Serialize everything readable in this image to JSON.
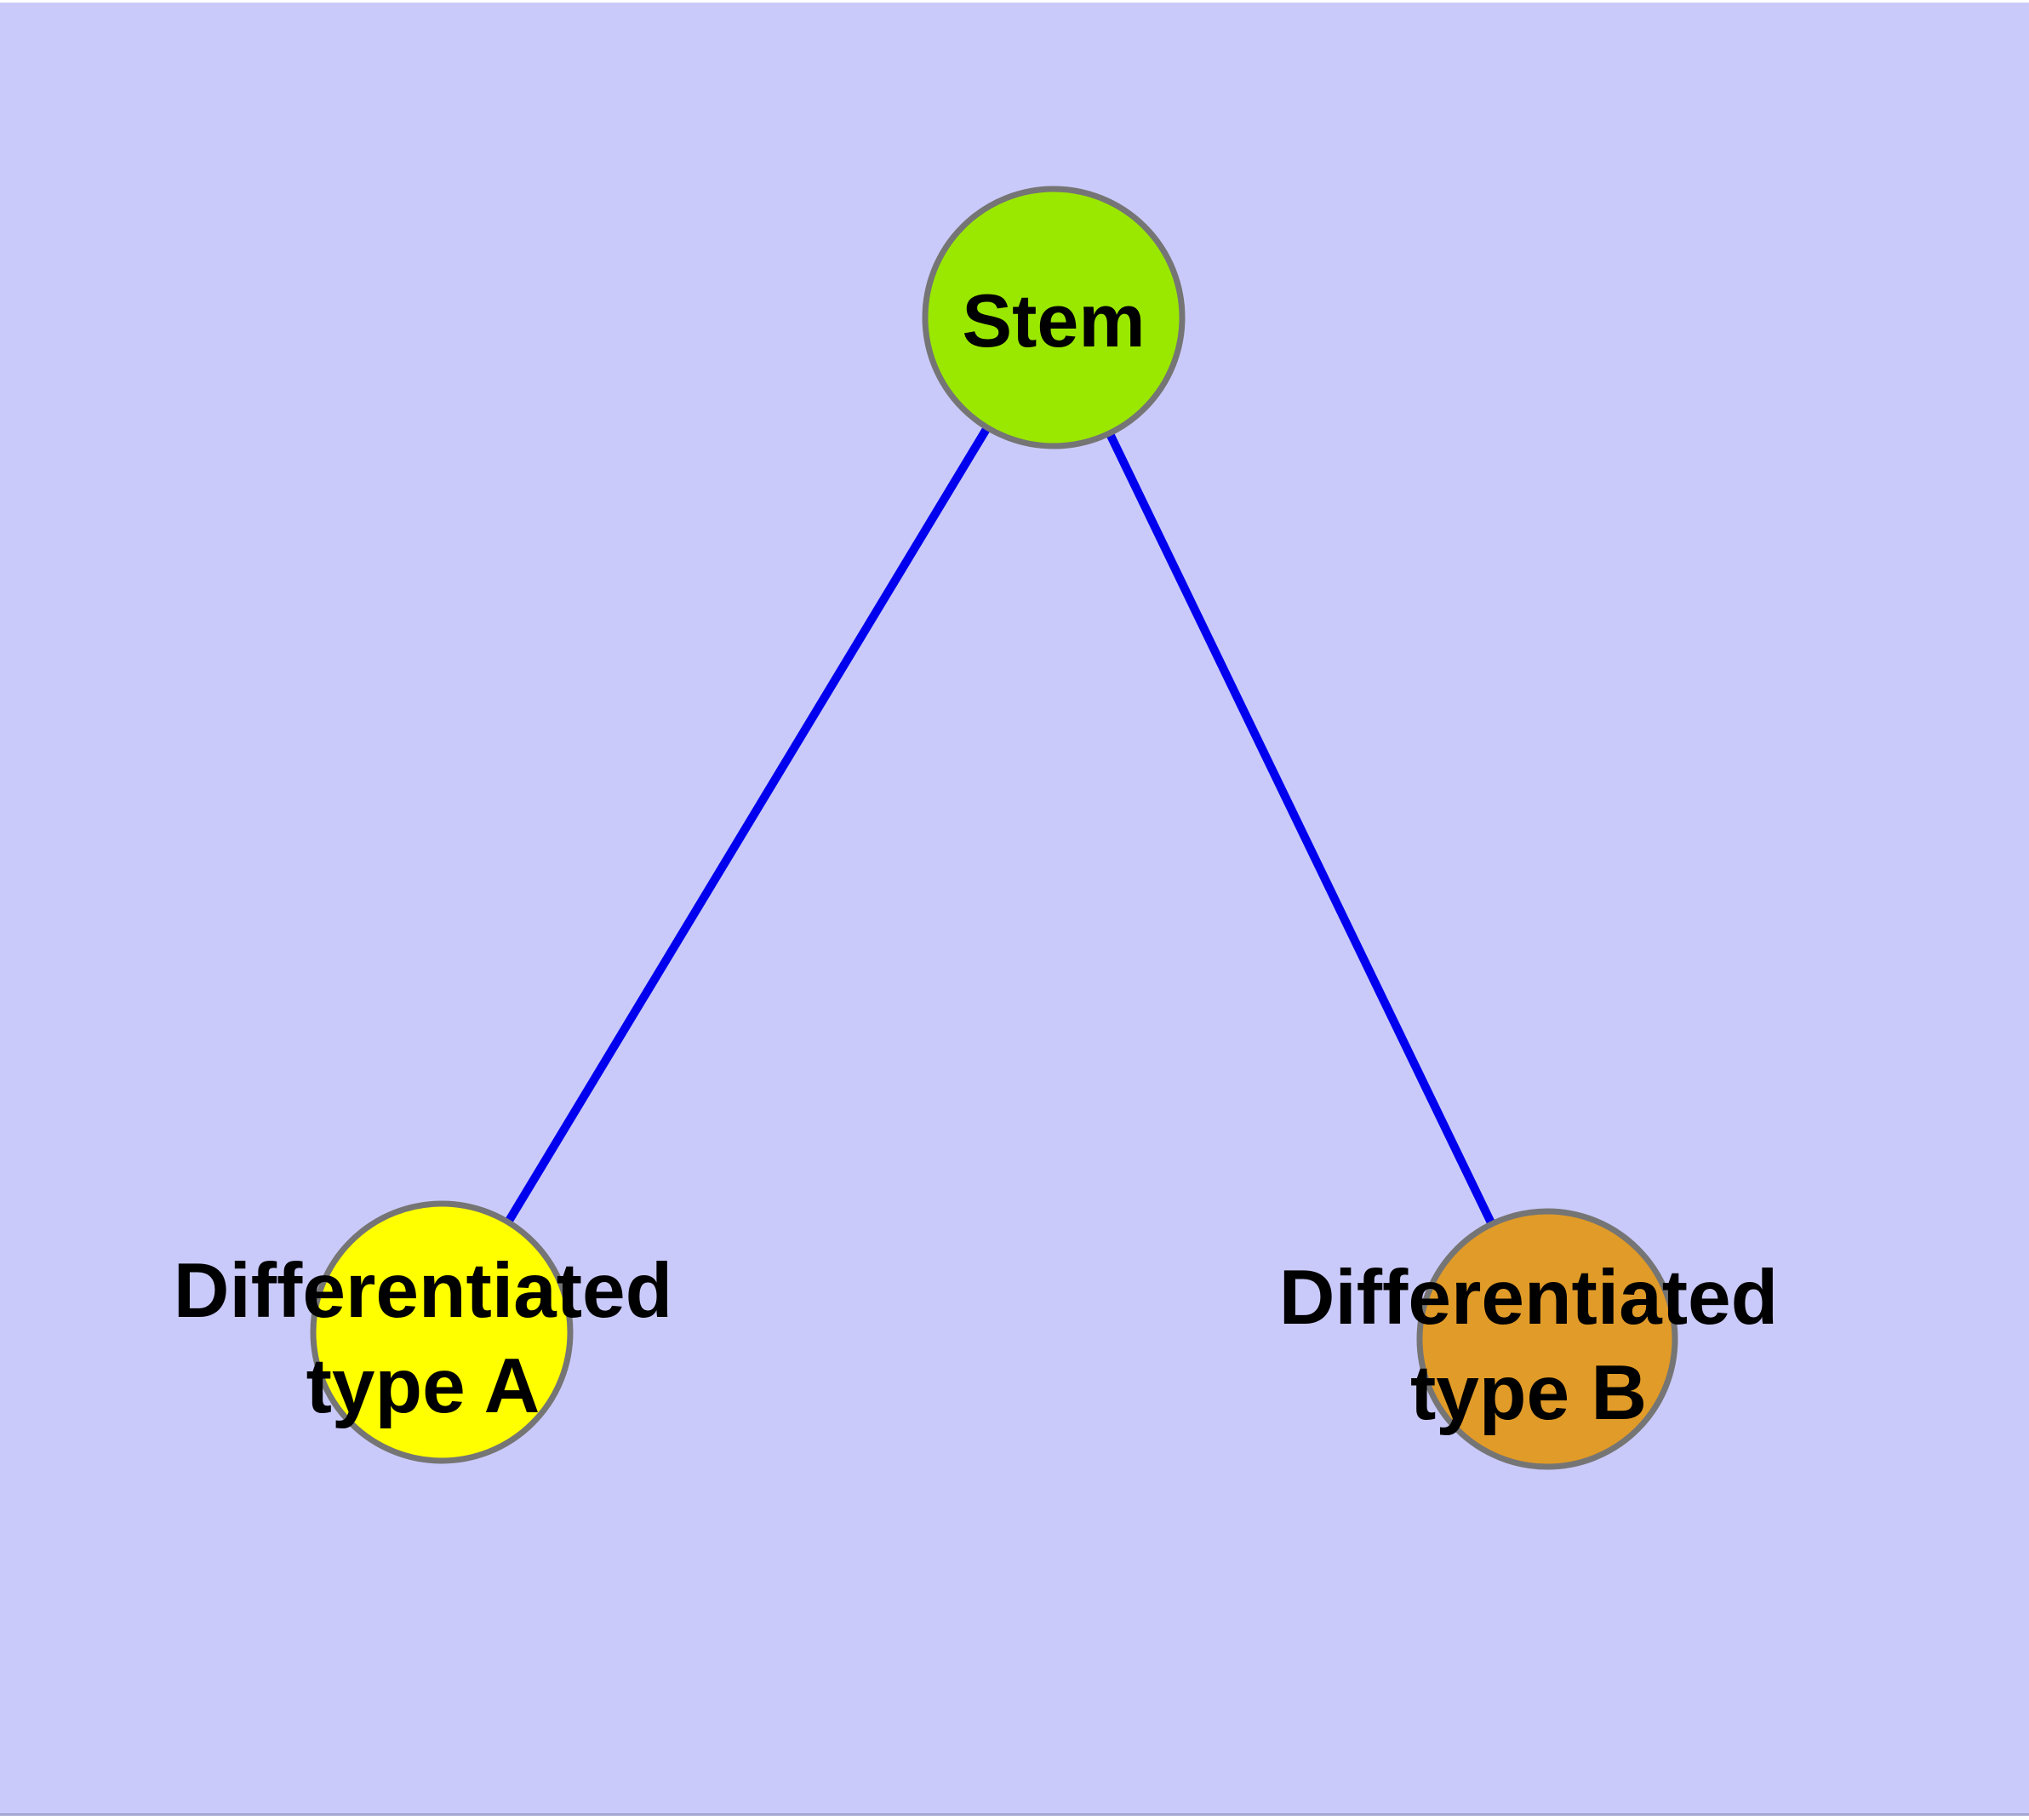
{
  "diagram": {
    "background_color": "#CACAFA",
    "edge_color": "#0000EE",
    "node_border_color": "#757575",
    "text_color": "#000000",
    "nodes": [
      {
        "id": "stem",
        "label": "Stem",
        "lines": [
          "Stem"
        ],
        "fill": "#9AE800"
      },
      {
        "id": "differentiated-type-a",
        "label": "Differentiated type A",
        "lines": [
          "Differentiated",
          "type A"
        ],
        "fill": "#FFFF00"
      },
      {
        "id": "differentiated-type-b",
        "label": "Differentiated type B",
        "lines": [
          "Differentiated",
          "type B"
        ],
        "fill": "#E19B28"
      }
    ],
    "edges": [
      {
        "from": "stem",
        "to": "differentiated-type-a"
      },
      {
        "from": "stem",
        "to": "differentiated-type-b"
      }
    ]
  }
}
